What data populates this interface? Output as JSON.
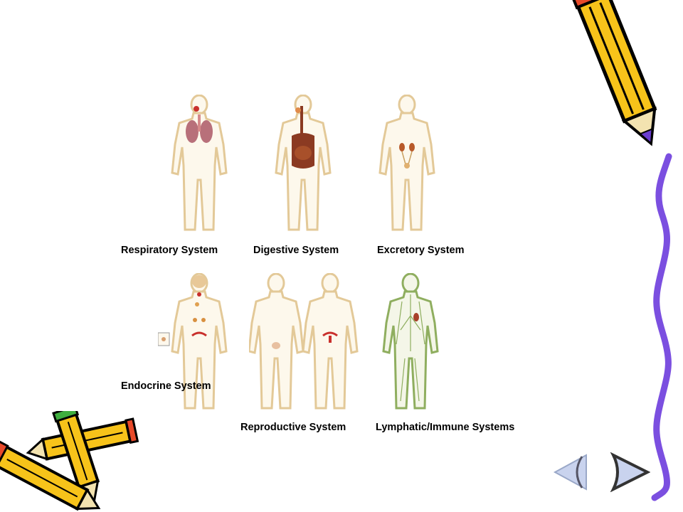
{
  "header": {
    "title_fragment": "art"
  },
  "systems": [
    {
      "label": "Respiratory System"
    },
    {
      "label": "Digestive System"
    },
    {
      "label": "Excretory System"
    },
    {
      "label": "Endocrine System"
    },
    {
      "label": "Reproductive System"
    },
    {
      "label": "Lymphatic/Immune Systems"
    }
  ],
  "nav": {
    "prev_icon": "chevron-left-icon",
    "next_icon": "chevron-right-icon"
  },
  "colors": {
    "body_fill": "#fdf8ec",
    "body_stroke": "#e3c998",
    "lungs": "#b8707a",
    "digestive": "#8b3a22",
    "kidney": "#b85a2a",
    "lymph": "#8fae5f",
    "accent_purple": "#7b4fe0",
    "nav_fill": "#c9d3ee",
    "pencil_yellow": "#f7c31a"
  }
}
